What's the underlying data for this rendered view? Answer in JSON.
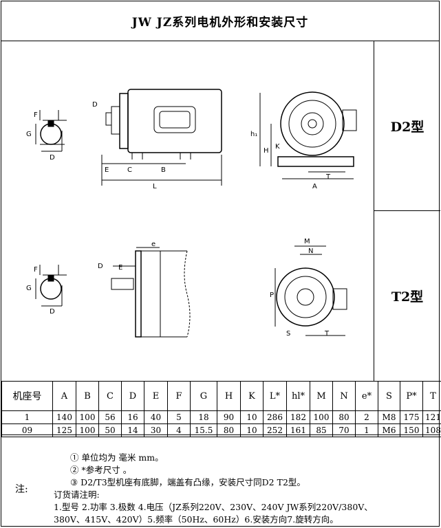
{
  "title": "JW JZ系列电机外形和安装尺寸",
  "types": {
    "d2": "D2型",
    "t2": "T2型"
  },
  "drawing_labels": {
    "F": "F",
    "G": "G",
    "D": "D",
    "E": "E",
    "C": "C",
    "B": "B",
    "L": "L",
    "h1": "h₁",
    "H": "H",
    "K": "K",
    "A": "A",
    "T": "T",
    "e": "e",
    "M": "M",
    "N": "N",
    "P": "P",
    "S": "S"
  },
  "table": {
    "headers": [
      "机座号",
      "A",
      "B",
      "C",
      "D",
      "E",
      "F",
      "G",
      "H",
      "K",
      "L*",
      "hl*",
      "M",
      "N",
      "e*",
      "S",
      "P*",
      "T"
    ],
    "rows": [
      [
        "1",
        "140",
        "100",
        "56",
        "16",
        "40",
        "5",
        "18",
        "90",
        "10",
        "286",
        "182",
        "100",
        "80",
        "2",
        "M8",
        "175",
        "121"
      ],
      [
        "09",
        "125",
        "100",
        "50",
        "14",
        "30",
        "4",
        "15.5",
        "80",
        "10",
        "252",
        "161",
        "85",
        "70",
        "1",
        "M6",
        "150",
        "108"
      ]
    ]
  },
  "notes": {
    "label": "注:",
    "lines": [
      "① 单位均为 毫米 mm。",
      "② *参考尺寸 。",
      "③ D2/T3型机座有底脚，端盖有凸缘，安装尺寸同D2 T2型。",
      "订货请注明:",
      "1.型号 2.功率 3.极数 4.电压（JZ系列220V、230V、240V  JW系列220V/380V、",
      "380V、415V、420V）5.频率（50Hz、60Hz）6.安装方向7.旋转方向。"
    ]
  }
}
